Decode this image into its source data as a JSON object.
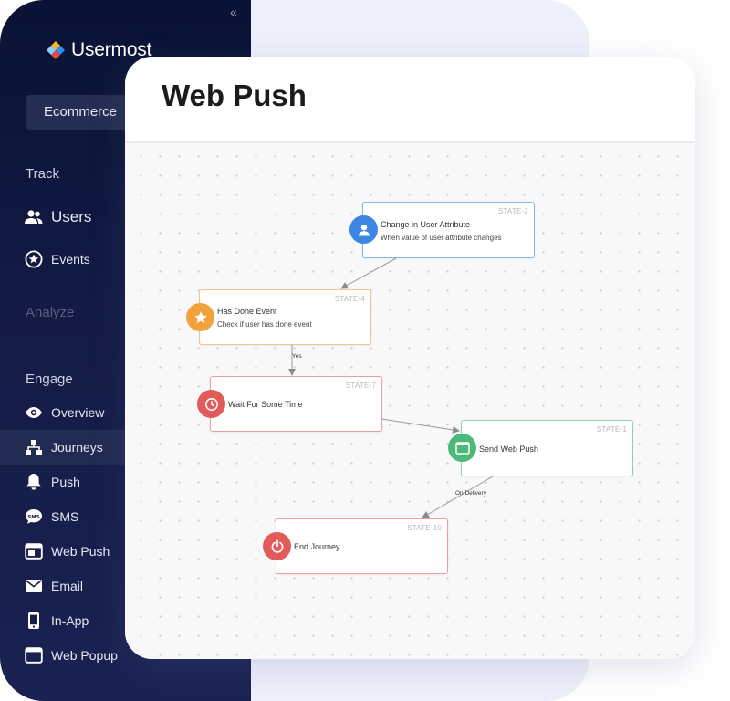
{
  "sidebar": {
    "brand": "Usermost",
    "project": "Ecommerce",
    "sections": {
      "track": "Track",
      "analyze": "Analyze",
      "engage": "Engage"
    },
    "track_items": [
      {
        "label": "Users",
        "icon": "users-icon"
      },
      {
        "label": "Events",
        "icon": "star-icon"
      }
    ],
    "engage_items": [
      {
        "label": "Overview",
        "icon": "eye-icon"
      },
      {
        "label": "Journeys",
        "icon": "hierarchy-icon",
        "active": true
      },
      {
        "label": "Push",
        "icon": "bell-icon"
      },
      {
        "label": "SMS",
        "icon": "sms-icon"
      },
      {
        "label": "Web Push",
        "icon": "browser-window-icon"
      },
      {
        "label": "Email",
        "icon": "envelope-icon"
      },
      {
        "label": "In-App",
        "icon": "mobile-icon"
      },
      {
        "label": "Web Popup",
        "icon": "popup-window-icon"
      }
    ]
  },
  "main": {
    "title": "Web Push",
    "nodes": [
      {
        "state": "STATE-2",
        "title": "Change in User Attribute",
        "desc": "When value of user attribute changes",
        "icon": "user-icon",
        "color": "#3d86e4"
      },
      {
        "state": "STATE-4",
        "title": "Has Done Event",
        "desc": "Check if user has done event",
        "icon": "star-icon",
        "color": "#f2a23c"
      },
      {
        "state": "STATE-7",
        "title": "Wait For Some Time",
        "desc": "",
        "icon": "clock-icon",
        "color": "#e25b5b"
      },
      {
        "state": "STATE-1",
        "title": "Send Web Push",
        "desc": "",
        "icon": "browser-window-icon",
        "color": "#4cb87a"
      },
      {
        "state": "STATE-10",
        "title": "End Journey",
        "desc": "",
        "icon": "power-icon",
        "color": "#e25b5b"
      }
    ],
    "edge_labels": {
      "yes": "Yes",
      "on_delivery": "On Delivery"
    }
  },
  "colors": {
    "sidebar_bg": "#0f1740",
    "active_item": "#232b53",
    "node_border_blue": "#8ab3ea",
    "node_border_orange": "#f2c58e",
    "node_border_red": "#ef9c9c",
    "node_border_green": "#8fd3ab"
  }
}
